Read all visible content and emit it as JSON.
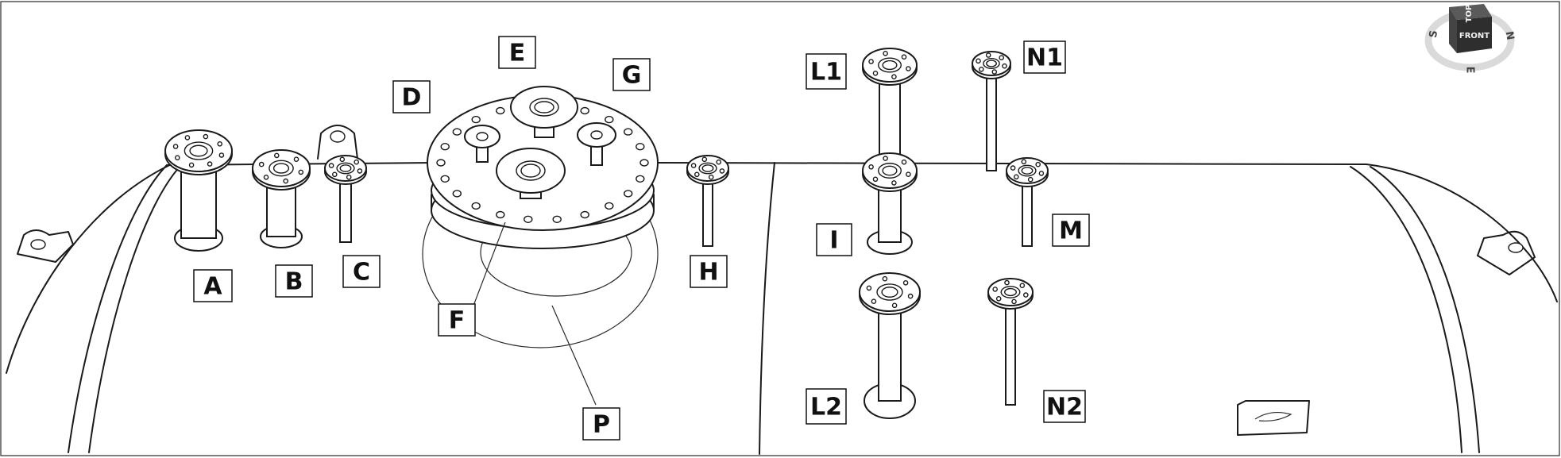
{
  "labels": {
    "A": "A",
    "B": "B",
    "C": "C",
    "D": "D",
    "E": "E",
    "F": "F",
    "G": "G",
    "H": "H",
    "I": "I",
    "L1": "L1",
    "L2": "L2",
    "M": "M",
    "N1": "N1",
    "N2": "N2",
    "P": "P"
  },
  "viewcube": {
    "face": "FRONT",
    "top": "TOP",
    "compass": {
      "n": "N",
      "s": "S",
      "e": "E"
    }
  },
  "colors": {
    "line": "#1a1a1a",
    "background": "#ffffff",
    "viewcube": "#2e2e2e"
  }
}
